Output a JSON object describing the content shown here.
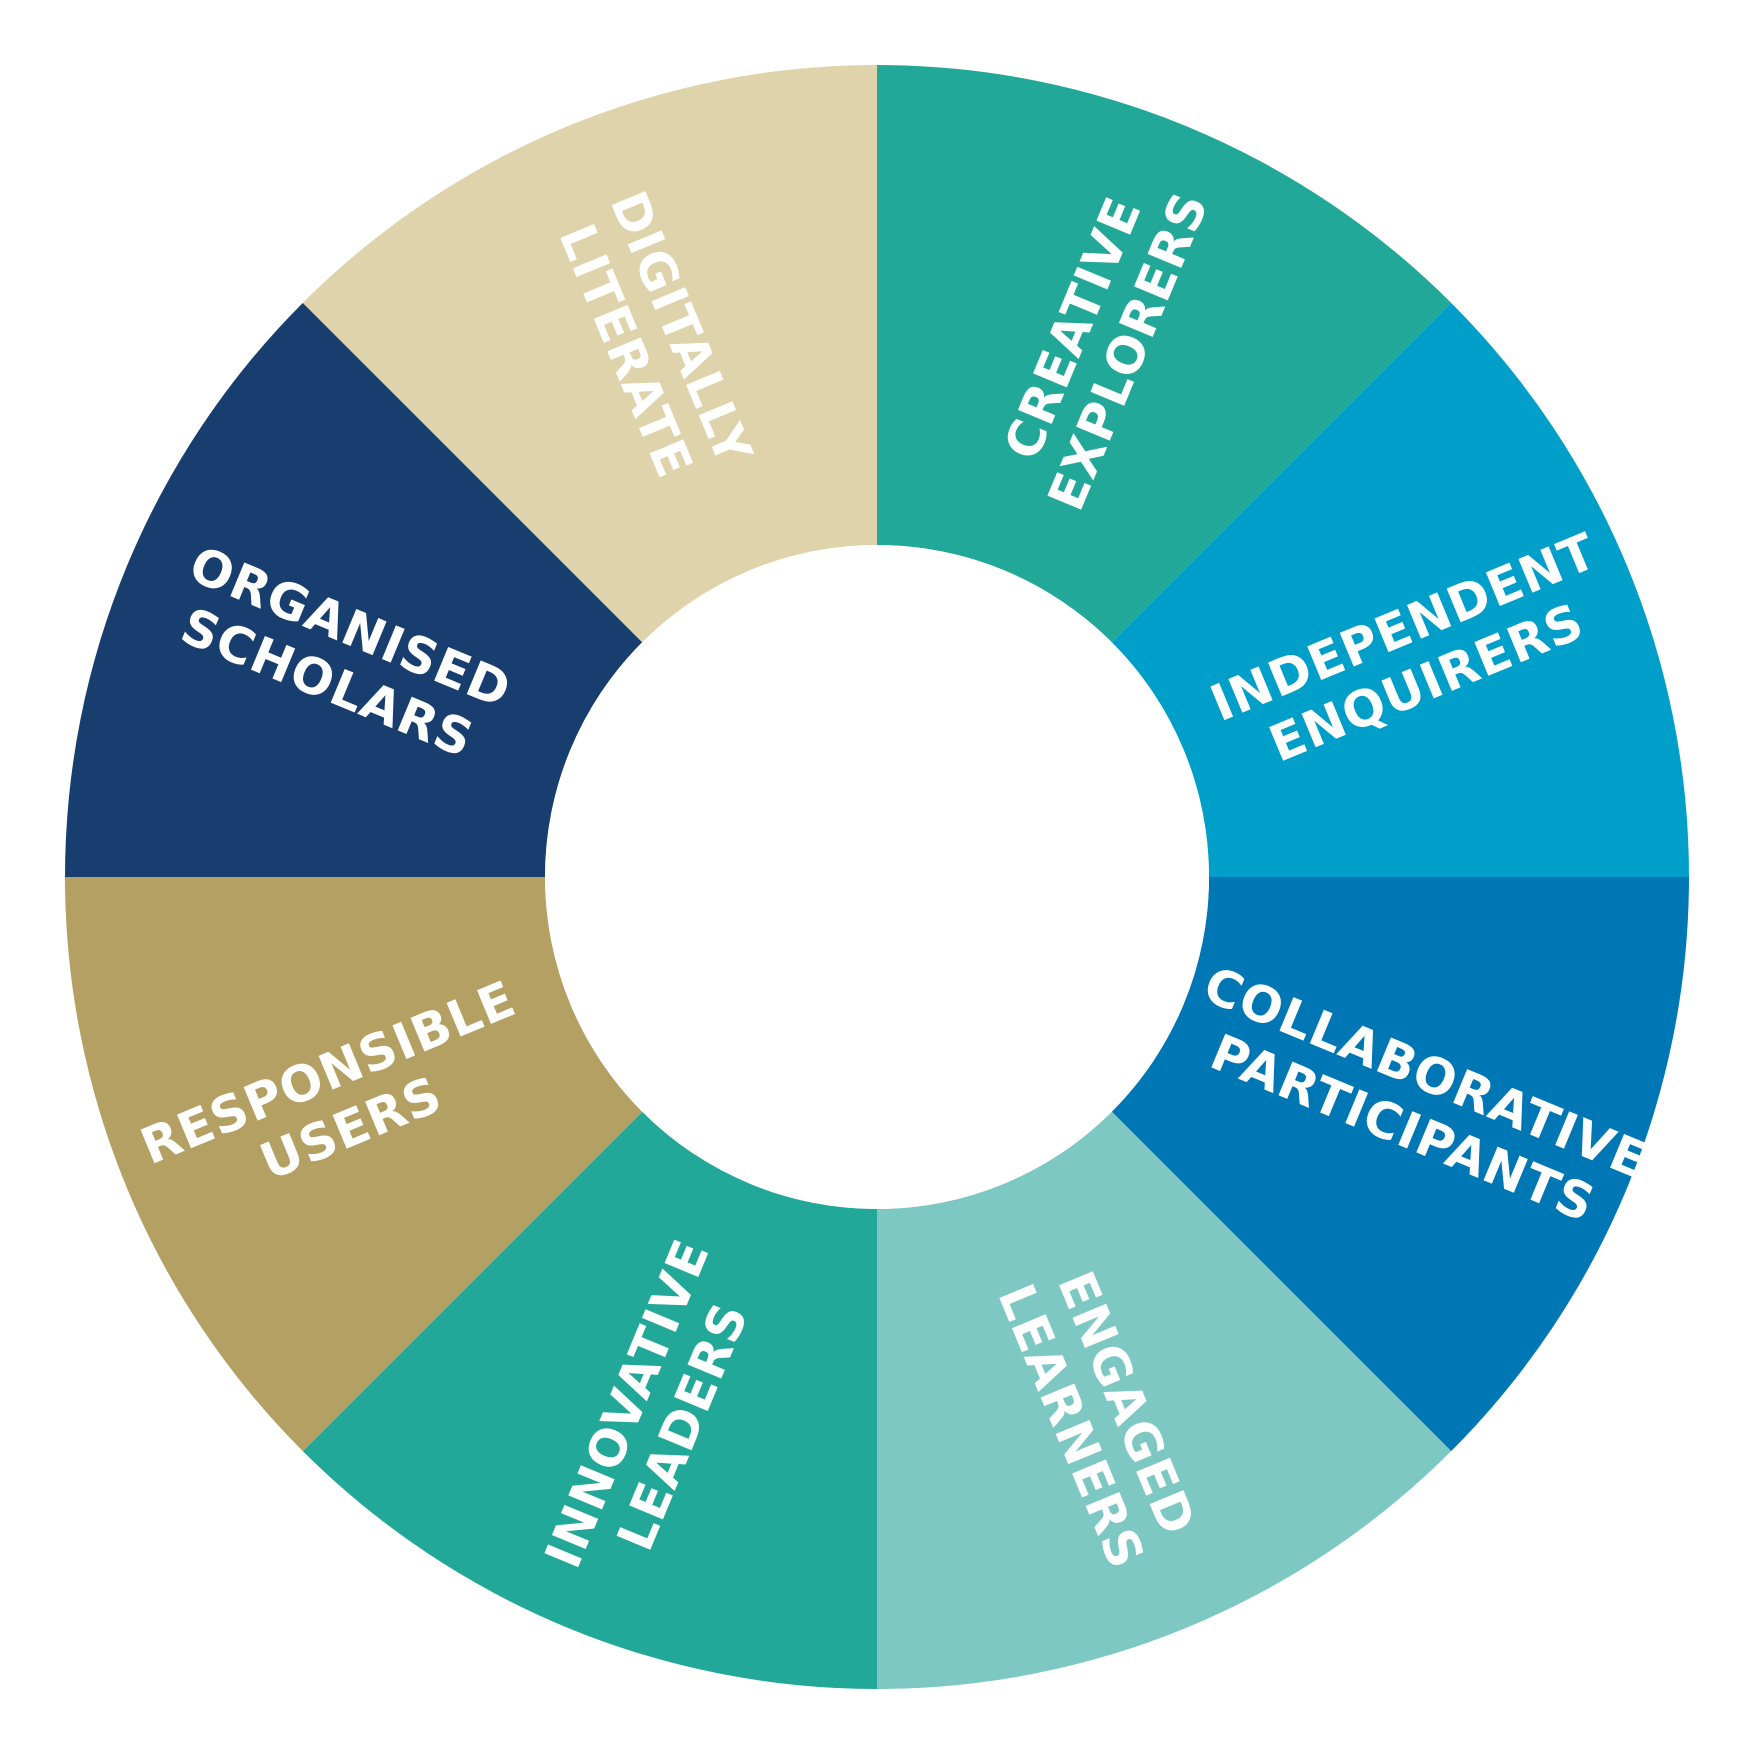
{
  "wheel": {
    "background": "#ffffff",
    "text_color": "#ffffff",
    "segments": [
      {
        "lines": [
          "CREATIVE",
          "EXPLORERS"
        ],
        "color": "#22a898"
      },
      {
        "lines": [
          "INDEPENDENT",
          "ENQUIRERS"
        ],
        "color": "#009fca"
      },
      {
        "lines": [
          "COLLABORATIVE",
          "PARTICIPANTS"
        ],
        "color": "#0077b5"
      },
      {
        "lines": [
          "ENGAGED",
          "LEARNERS"
        ],
        "color": "#7ec8c4"
      },
      {
        "lines": [
          "INNOVATIVE",
          "LEADERS"
        ],
        "color": "#22a898"
      },
      {
        "lines": [
          "RESPONSIBLE",
          "USERS"
        ],
        "color": "#b3a062"
      },
      {
        "lines": [
          "ORGANISED",
          "SCHOLARS"
        ],
        "color": "#183e70"
      },
      {
        "lines": [
          "DIGITALLY",
          "LITERATE"
        ],
        "color": "#ded3ab"
      }
    ]
  }
}
